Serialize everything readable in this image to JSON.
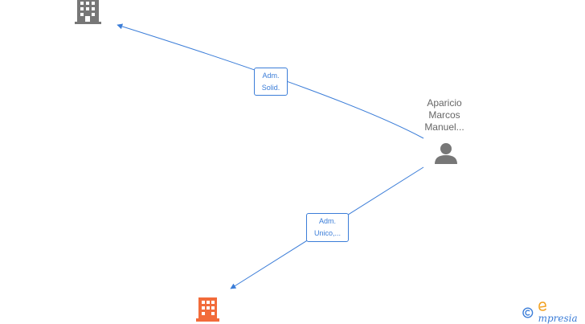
{
  "diagram": {
    "person": {
      "name_lines": [
        "Aparicio",
        "Marcos",
        "Manuel..."
      ],
      "icon": "person-icon",
      "color": "#777777"
    },
    "companies": [
      {
        "icon": "building-icon",
        "color": "#777777"
      },
      {
        "icon": "building-icon",
        "color": "#f26b3a"
      }
    ],
    "relations": [
      {
        "label_lines": [
          "Adm.",
          "Solid."
        ],
        "from": "person",
        "to": "company-1"
      },
      {
        "label_lines": [
          "Adm.",
          "Unico,..."
        ],
        "from": "person",
        "to": "company-2"
      }
    ],
    "edge_color": "#3b7dd8"
  },
  "brand": {
    "copyright_symbol": "©",
    "name": "mpresia",
    "logo_letter": "e",
    "color": "#3b7dd8"
  }
}
